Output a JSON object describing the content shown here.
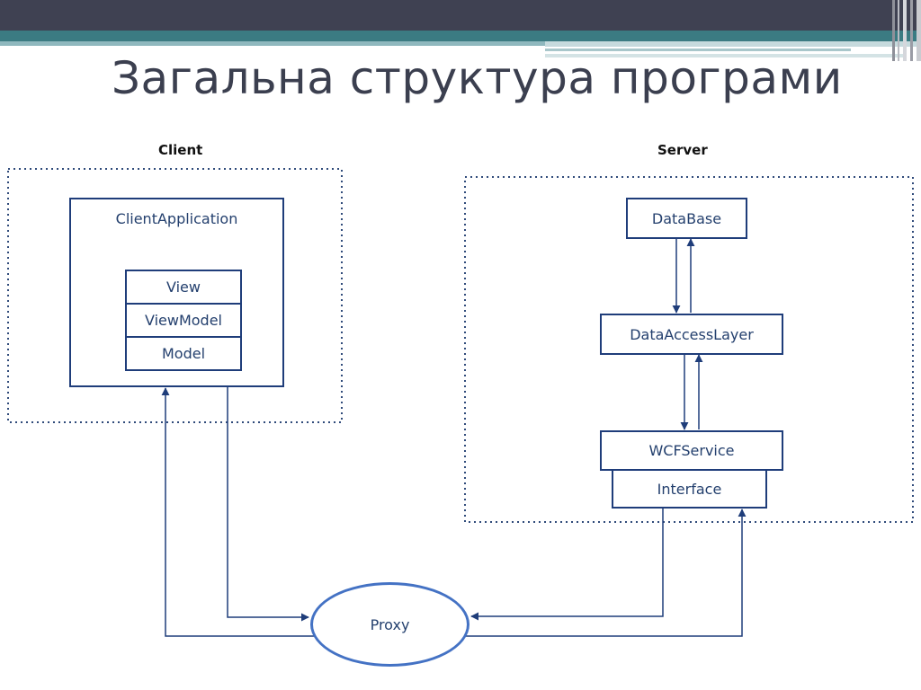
{
  "title": "Загальна структура програми",
  "groups": {
    "client_label": "Client",
    "server_label": "Server"
  },
  "client": {
    "app": "ClientApplication",
    "layers": [
      "View",
      "ViewModel",
      "Model"
    ]
  },
  "server": {
    "database": "DataBase",
    "dal": "DataAccessLayer",
    "service": "WCFService",
    "interface": "Interface"
  },
  "proxy": "Proxy",
  "colors": {
    "header_dark": "#3f4152",
    "header_teal": "#3b7b82",
    "box_border": "#1f3d7a",
    "ellipse_border": "#4472c4",
    "text": "#24406e"
  }
}
